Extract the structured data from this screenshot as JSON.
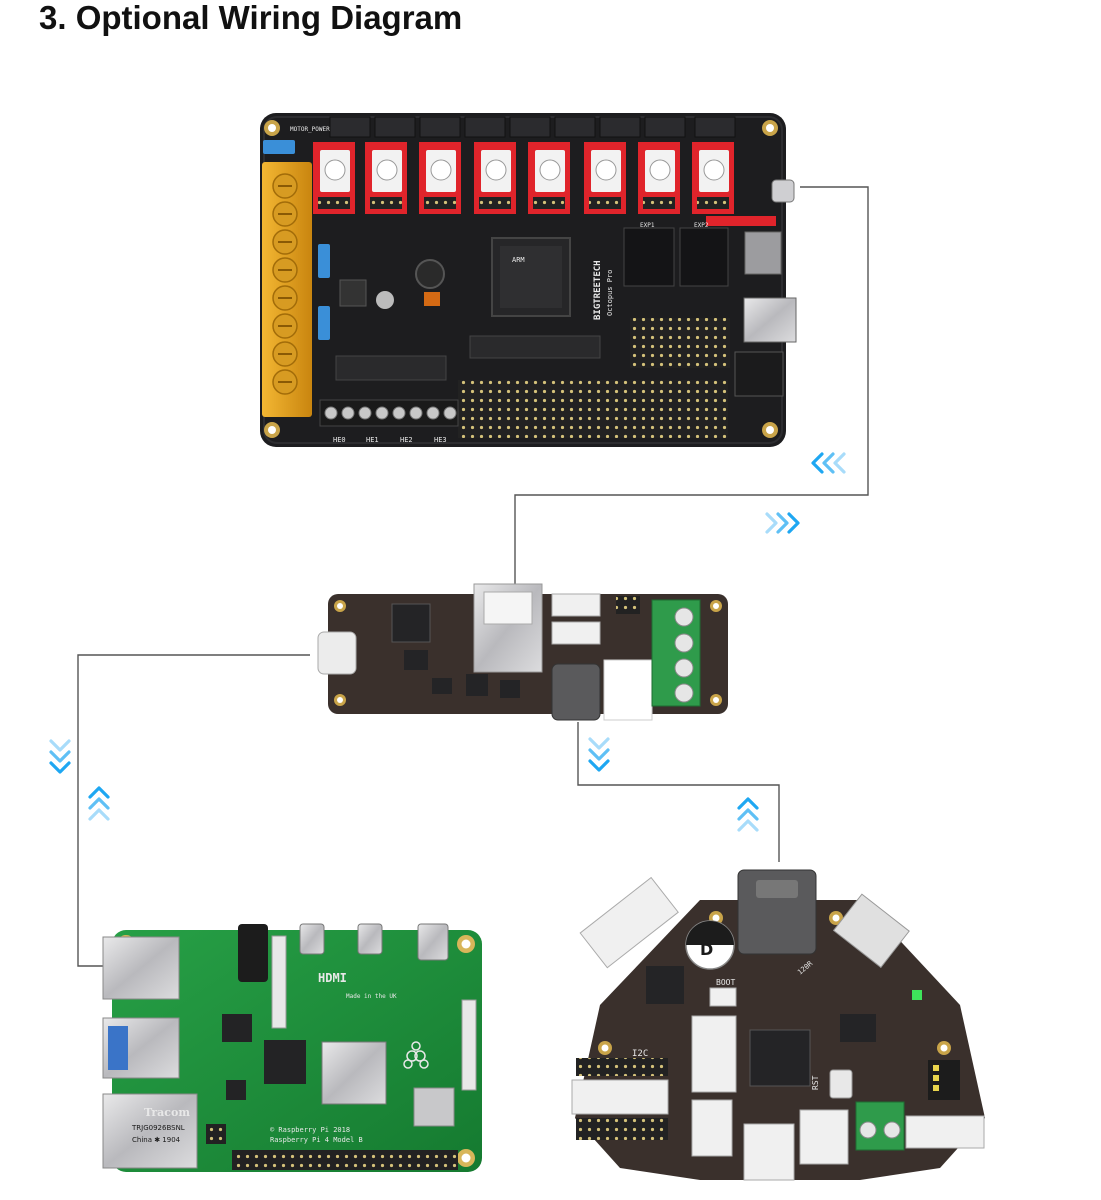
{
  "page": {
    "title": "3. Optional Wiring Diagram"
  },
  "colors": {
    "wire": "#555555",
    "arrow": "#1ea7f2",
    "arrow_light": "#a8dcfa",
    "pcb_black": "#1d1d1f",
    "pcb_brown": "#3a302c",
    "pcb_green": "#1f8f3e",
    "driver_red": "#e0242b",
    "terminal_amber": "#e9a41c",
    "terminal_green": "#2f9b4b"
  },
  "boards": {
    "main_board": {
      "brand": "BIGTREETECH",
      "model": "Octopus Pro",
      "motor_power": "MOTOR_POWER",
      "heater_labels": [
        "HE0",
        "HE1",
        "HE2",
        "HE3"
      ],
      "exp_labels": [
        "EXP1",
        "EXP2"
      ]
    },
    "adapter": {},
    "raspberry_pi": {
      "hdmi": "HDMI",
      "model": "Raspberry Pi 4 Model B",
      "copyright": "© Raspberry Pi 2018",
      "brand": "Tracom",
      "chip_text": "TRJG0926BSNL",
      "origin": "China ✱ 1904",
      "made_in": "Made in the UK"
    },
    "toolboard": {
      "boot": "BOOT",
      "rst": "RST",
      "i2c": "I2C",
      "cap_d": "D",
      "can": "120R"
    }
  },
  "icons": [
    "chevron-left-icon",
    "chevron-right-icon",
    "chevron-down-icon",
    "chevron-up-icon"
  ]
}
